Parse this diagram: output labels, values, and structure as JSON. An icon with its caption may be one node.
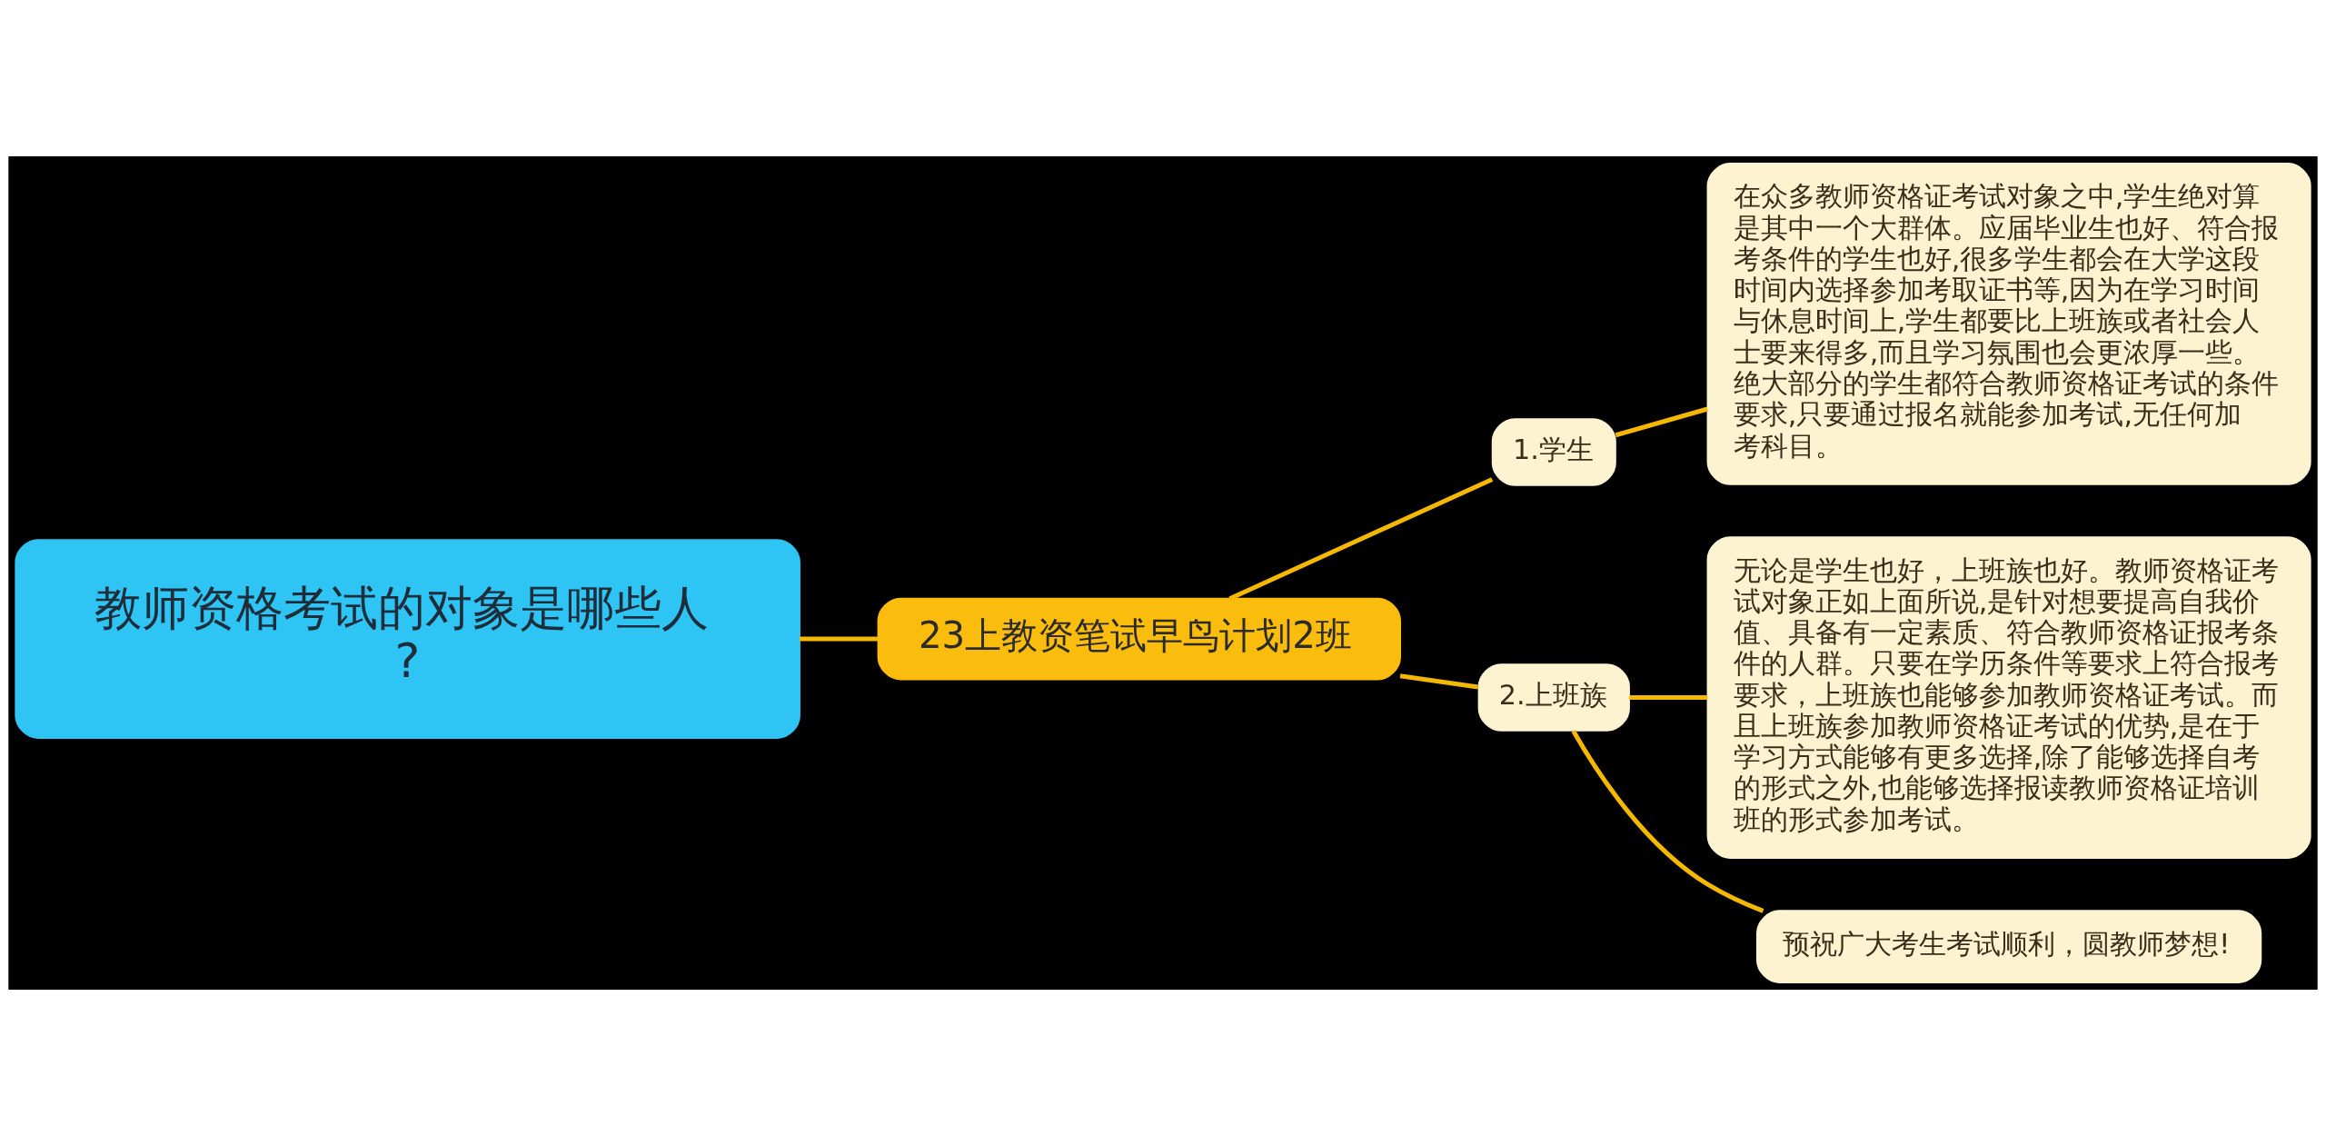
{
  "diagram": {
    "nodes": [
      {
        "text": [
          "教师资格考试的对象是哪些人?"
        ]
      },
      {
        "text": [
          "23上教资笔试早鸟计划2班"
        ]
      },
      {
        "text": [
          "1.学生"
        ]
      },
      {
        "text": [
          "2.上班族"
        ]
      },
      {
        "text": [
          "在众多教师资格证考试对象之中,学生绝对算是其中一个大群体。应届毕业生也好、符合报考条件的学生也好,很多学生都会在大学这段时间内选择参加考取证书等,因为在学习时间与休息时间上,学生都要比上班族或者社会人士要来得多,而且学习氛围也会更浓厚一些。绝大部分的学生都符合教师资格证考试的条件要求,只要通过报名就能参加考试,无任何加考科目。"
        ]
      },
      {
        "text": [
          "无论是学生也好，上班族也好。教师资格证考试对象正如上面所说,是针对想要提高自我价值、具备有一定素质、符合教师资格证报考条件的人群。只要在学历条件等要求上符合报考要求，上班族也能够参加教师资格证考试。而且上班族参加教师资格证考试的优势,是在于学习方式能够有更多选择,除了能够选择自考的形式之外,也能够选择报读教师资格证培训班的形式参加考试。"
        ]
      },
      {
        "text": [
          "预祝广大考生考试顺利，圆教师梦想!"
        ]
      }
    ],
    "edges": [
      {
        "from": 0,
        "to": 1,
        "arrow": "none"
      },
      {
        "from": 1,
        "to": 2,
        "arrow": "none"
      },
      {
        "from": 1,
        "to": 3,
        "arrow": "none"
      },
      {
        "from": 2,
        "to": 4,
        "arrow": "none"
      },
      {
        "from": 3,
        "to": 5,
        "arrow": "none"
      },
      {
        "from": 3,
        "to": 6,
        "arrow": "none"
      }
    ]
  }
}
